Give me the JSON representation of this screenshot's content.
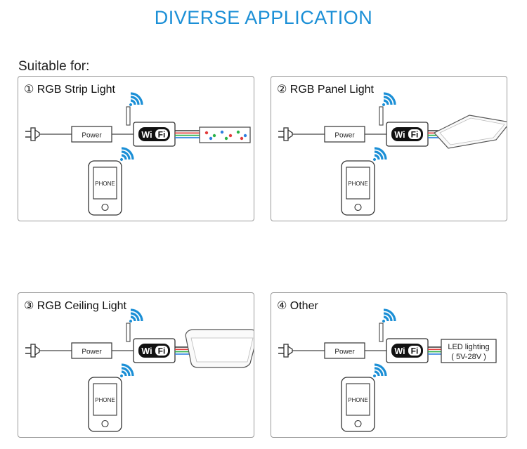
{
  "page": {
    "title": "DIVERSE APPLICATION",
    "subtitle": "Suitable for:"
  },
  "panels": [
    {
      "label": "① RGB Strip Light",
      "device": "strip"
    },
    {
      "label": "② RGB Panel Light",
      "device": "panel"
    },
    {
      "label": "③ RGB Ceiling Light",
      "device": "ceiling"
    },
    {
      "label": "④ Other",
      "device": "other"
    }
  ],
  "common": {
    "power_label": "Power",
    "controller_label_wi": "Wi",
    "controller_label_fi": "Fi",
    "phone_label": "PHONE",
    "other_device_line1": "LED lighting",
    "other_device_line2": "( 5V-28V )"
  },
  "colors": {
    "title": "#1b8fd6",
    "wifi_waves": "#1b8fd6",
    "wire_red": "#e23b3b",
    "wire_green": "#2bb24a",
    "wire_blue": "#2d7fe0",
    "wire_black": "#333333"
  }
}
